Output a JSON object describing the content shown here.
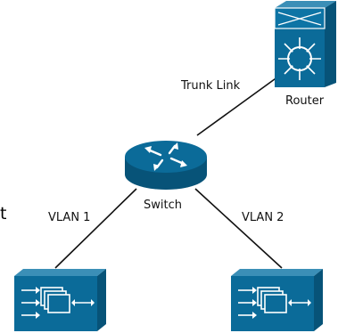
{
  "labels": {
    "trunk": "Trunk Link",
    "router": "Router",
    "switch": "Switch",
    "vlan1": "VLAN 1",
    "vlan2": "VLAN 2",
    "edge_fragment": "t"
  },
  "icons": {
    "router": "router-icon",
    "switch": "switch-icon",
    "host_left": "server-icon",
    "host_right": "server-icon"
  },
  "colors": {
    "device_fill": "#0b6b99",
    "device_side": "#075378",
    "device_top": "#3b8fb7",
    "line": "#111111",
    "symbol": "#ffffff"
  }
}
